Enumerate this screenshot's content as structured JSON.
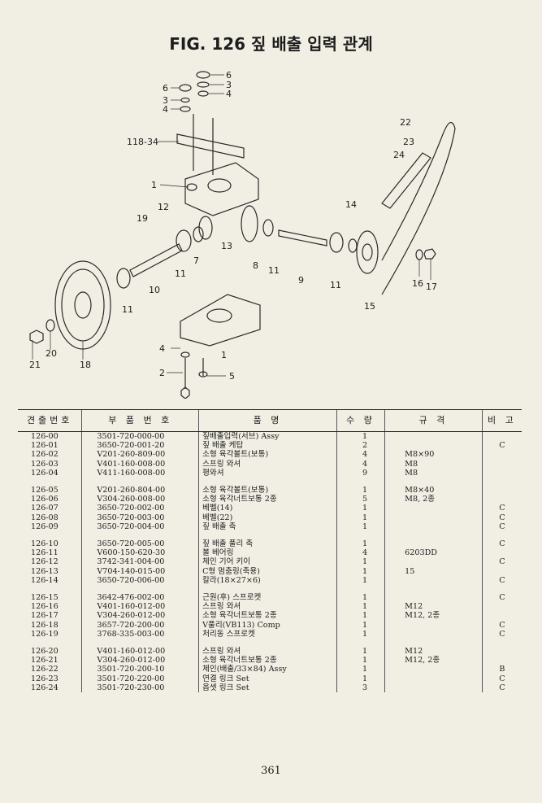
{
  "title": "FIG. 126 짚 배출 입력 관계",
  "diagram": {
    "labels": [
      "6",
      "3",
      "4",
      "6",
      "3",
      "4",
      "118-34",
      "22",
      "23",
      "24",
      "1",
      "12",
      "19",
      "14",
      "13",
      "7",
      "8",
      "11",
      "9",
      "11",
      "11",
      "10",
      "15",
      "16",
      "17",
      "11",
      "21",
      "20",
      "18",
      "4",
      "2",
      "5",
      "1"
    ]
  },
  "table": {
    "headers": [
      "견출번호",
      "부 품 번 호",
      "품 명",
      "수 량",
      "규 격",
      "비 고"
    ],
    "groups": [
      [
        [
          "126-00",
          "3501-720-000-00",
          "짚배출입력(서브) Assy",
          "1",
          "",
          ""
        ],
        [
          "126-01",
          "3650-720-001-20",
          "짚 배출 케탑",
          "2",
          "",
          "C"
        ],
        [
          "126-02",
          "V201-260-809-00",
          "소형 육각볼트(보통)",
          "4",
          "M8×90",
          ""
        ],
        [
          "126-03",
          "V401-160-008-00",
          "스프링 와셔",
          "4",
          "M8",
          ""
        ],
        [
          "126-04",
          "V411-160-008-00",
          "평와셔",
          "9",
          "M8",
          ""
        ]
      ],
      [
        [
          "126-05",
          "V201-260-804-00",
          "소형 육각볼트(보통)",
          "1",
          "M8×40",
          ""
        ],
        [
          "126-06",
          "V304-260-008-00",
          "소형 육각너트보통 2종",
          "5",
          "M8, 2종",
          ""
        ],
        [
          "126-07",
          "3650-720-002-00",
          "베벨(14)",
          "1",
          "",
          "C"
        ],
        [
          "126-08",
          "3650-720-003-00",
          "베벨(22)",
          "1",
          "",
          "C"
        ],
        [
          "126-09",
          "3650-720-004-00",
          "짚 배출 축",
          "1",
          "",
          "C"
        ]
      ],
      [
        [
          "126-10",
          "3650-720-005-00",
          "짚 배출 풀리 축",
          "1",
          "",
          "C"
        ],
        [
          "126-11",
          "V600-150-620-30",
          "볼 베어링",
          "4",
          "6203DD",
          ""
        ],
        [
          "126-12",
          "3742-341-004-00",
          "체인 기어 키이",
          "1",
          "",
          "C"
        ],
        [
          "126-13",
          "V704-140-015-00",
          "C형 멈춤링(축용)",
          "1",
          "15",
          ""
        ],
        [
          "126-14",
          "3650-720-006-00",
          "칼라(18×27×6)",
          "1",
          "",
          "C"
        ]
      ],
      [
        [
          "126-15",
          "3642-476-002-00",
          "근원(후) 스프로켓",
          "1",
          "",
          "C"
        ],
        [
          "126-16",
          "V401-160-012-00",
          "스프링 와셔",
          "1",
          "M12",
          ""
        ],
        [
          "126-17",
          "V304-260-012-00",
          "소형 육각너트보통 2종",
          "1",
          "M12, 2종",
          ""
        ],
        [
          "126-18",
          "3657-720-200-00",
          "V풀리(VB113) Comp",
          "1",
          "",
          "C"
        ],
        [
          "126-19",
          "3768-335-003-00",
          "처리동 스프로켓",
          "1",
          "",
          "C"
        ]
      ],
      [
        [
          "126-20",
          "V401-160-012-00",
          "스프링 와셔",
          "1",
          "M12",
          ""
        ],
        [
          "126-21",
          "V304-260-012-00",
          "소형 육각너트보통 2종",
          "1",
          "M12, 2종",
          ""
        ],
        [
          "126-22",
          "3501-720-200-10",
          "체인(배출/33×84) Assy",
          "1",
          "",
          "B"
        ],
        [
          "126-23",
          "3501-720-220-00",
          "연결 링크 Set",
          "1",
          "",
          "C"
        ],
        [
          "126-24",
          "3501-720-230-00",
          "옵셋 링크 Set",
          "3",
          "",
          "C"
        ]
      ]
    ]
  },
  "page_number": "361"
}
